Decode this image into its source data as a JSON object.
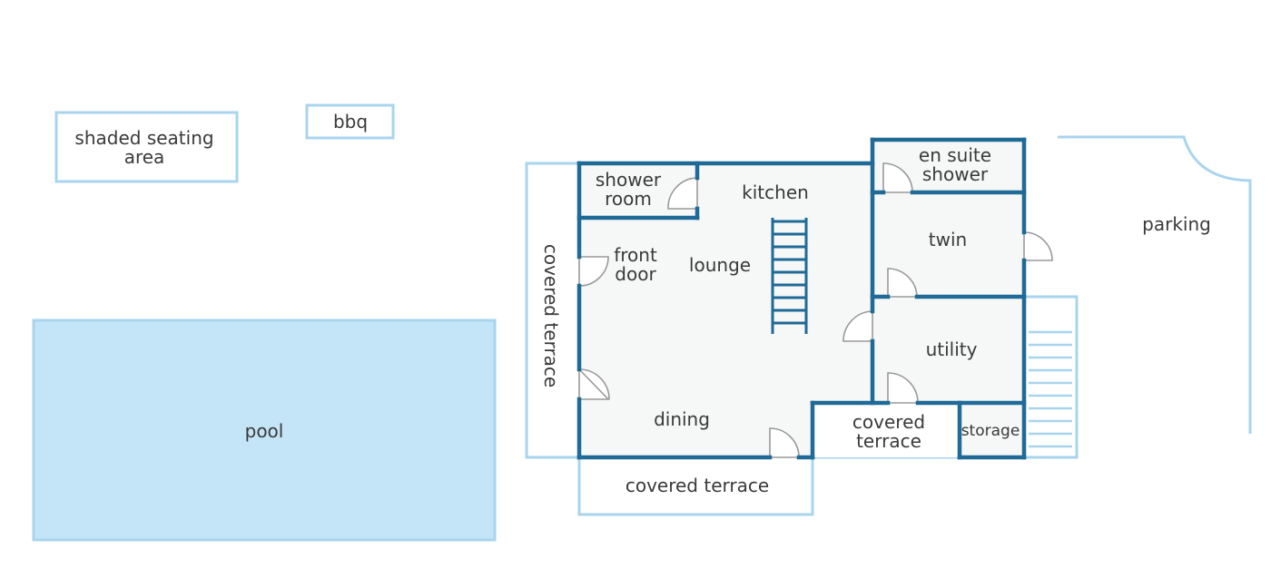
{
  "colors": {
    "wall": "#1f6a96",
    "outdoor_outline": "#a8d4ee",
    "pool_fill": "#c4e4f7",
    "floor": "#f6f7f7",
    "text": "#3a3a3a"
  },
  "labels": {
    "shaded_seating": [
      "shaded seating",
      "area"
    ],
    "bbq": "bbq",
    "pool": "pool",
    "covered_terrace_side": "covered terrace",
    "shower_room": [
      "shower",
      "room"
    ],
    "kitchen": "kitchen",
    "front_door": [
      "front",
      "door"
    ],
    "lounge": "lounge",
    "dining": "dining",
    "covered_terrace_bottom": "covered terrace",
    "en_suite_shower": [
      "en suite",
      "shower"
    ],
    "twin": "twin",
    "utility": "utility",
    "covered_terrace_small": [
      "covered",
      "terrace"
    ],
    "storage": "storage",
    "parking": "parking"
  }
}
